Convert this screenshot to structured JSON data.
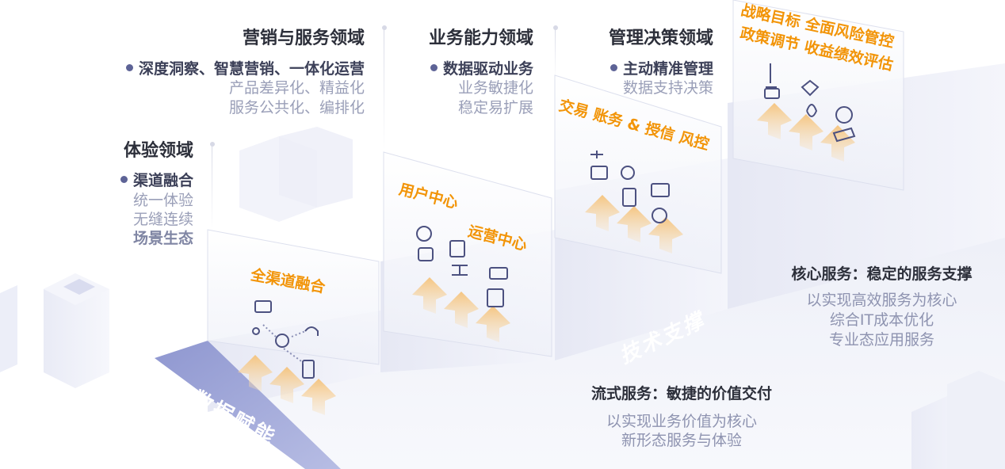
{
  "domains": [
    {
      "id": "marketing",
      "title": "营销与服务领域",
      "bullet": "深度洞察、智慧营销、一体化运营",
      "lines": [
        "产品差异化、精益化",
        "服务公共化、编排化"
      ]
    },
    {
      "id": "business",
      "title": "业务能力领域",
      "bullet": "数据驱动业务",
      "lines": [
        "业务敏捷化",
        "稳定易扩展"
      ]
    },
    {
      "id": "management",
      "title": "管理决策领域",
      "bullet": "主动精准管理",
      "lines": [
        "数据支持决策"
      ]
    },
    {
      "id": "experience",
      "title": "体验领域",
      "bullet": "渠道融合",
      "lines": [
        "统一体验",
        "无缝连续"
      ],
      "strong_line": "场景生态"
    }
  ],
  "panels": {
    "p1": {
      "label": "全渠道融合"
    },
    "p2": {
      "label_a": "用户中心",
      "label_b": "运营中心"
    },
    "p3": {
      "label": "交易 账务 & 授信 风控"
    },
    "p4": {
      "row1": "战略目标 全面风险管控",
      "row2": "政策调节 收益绩效评估"
    }
  },
  "floor": {
    "left_label": "数据赋能",
    "center_label": "技术支撑"
  },
  "services": {
    "core": {
      "title": "核心服务：稳定的服务支撑",
      "lines": [
        "以实现高效服务为核心",
        "综合IT成本优化",
        "专业态应用服务"
      ]
    },
    "flow": {
      "title": "流式服务：敏捷的价值交付",
      "lines": [
        "以实现业务价值为核心",
        "新形态服务与体验"
      ]
    }
  },
  "colors": {
    "accent": "#f29407",
    "heading": "#2c2f3a",
    "muted": "#9a9fb8",
    "bullet": "#5d6396",
    "floor_band": "#9fa6d8",
    "icon": "#4c5180"
  }
}
